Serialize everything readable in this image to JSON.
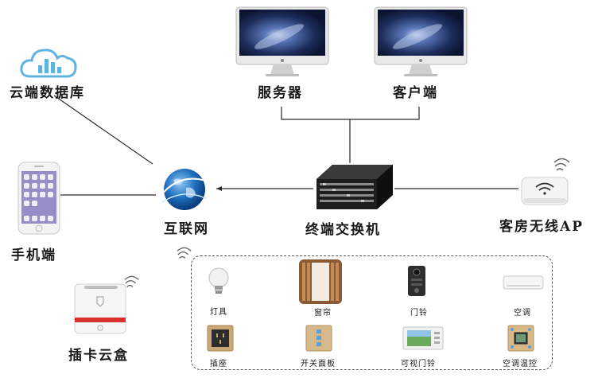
{
  "nodes": {
    "cloud_db": "云端数据库",
    "server": "服务器",
    "client": "客户端",
    "phone": "手机端",
    "internet": "互联网",
    "switch": "终端交换机",
    "wireless_ap": "客房无线AP",
    "card_box": "插卡云盒"
  },
  "devices": [
    {
      "label": "灯具",
      "icon": "light-bulb-icon"
    },
    {
      "label": "窗帘",
      "icon": "curtain-icon"
    },
    {
      "label": "门铃",
      "icon": "doorbell-icon"
    },
    {
      "label": "空调",
      "icon": "air-conditioner-icon"
    },
    {
      "label": "插座",
      "icon": "socket-icon"
    },
    {
      "label": "开关面板",
      "icon": "switch-panel-icon"
    },
    {
      "label": "可视门铃",
      "icon": "video-doorbell-icon"
    },
    {
      "label": "空调温控",
      "icon": "thermostat-icon"
    }
  ],
  "colors": {
    "cloud_blue": "#5fb4e0",
    "globe_blue": "#1f6fbf",
    "line": "#2a2a2a",
    "accent_red": "#d9322c"
  }
}
